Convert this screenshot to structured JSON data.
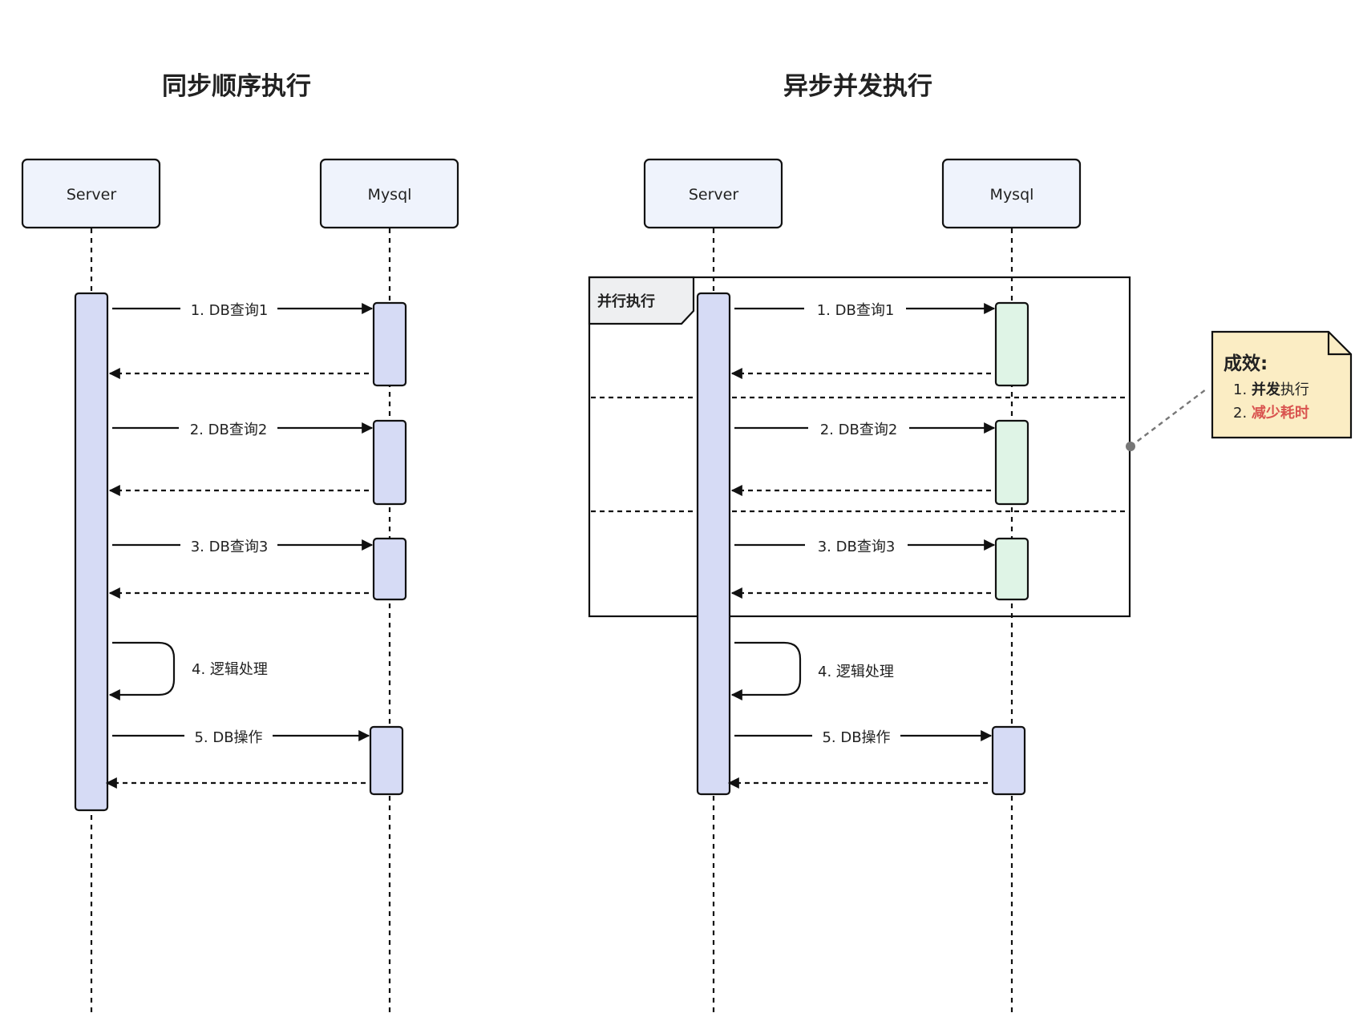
{
  "diagram": {
    "left_title": "同步顺序执行",
    "right_title": "异步并发执行",
    "actors": {
      "server": "Server",
      "mysql": "Mysql"
    },
    "messages": {
      "q1": "1. DB查询1",
      "q2": "2. DB查询2",
      "q3": "3. DB查询3",
      "logic": "4. 逻辑处理",
      "op": "5. DB操作"
    },
    "parallel_frame_label": "并行执行",
    "note": {
      "title": "成效:",
      "item1_num": "1.",
      "item1_bold": "并发",
      "item1_rest": "执行",
      "item2_num": "2.",
      "item2_red": "减少耗时"
    },
    "colors": {
      "actor_fill": "#eff3fc",
      "server_activation": "#d6dbf5",
      "mysql_activation_sync": "#d6dbf5",
      "mysql_activation_async": "#dff4e6",
      "note_fill": "#fbedc4",
      "highlight_red": "#d9534f",
      "frame_tab_fill": "#eeeff1"
    }
  }
}
